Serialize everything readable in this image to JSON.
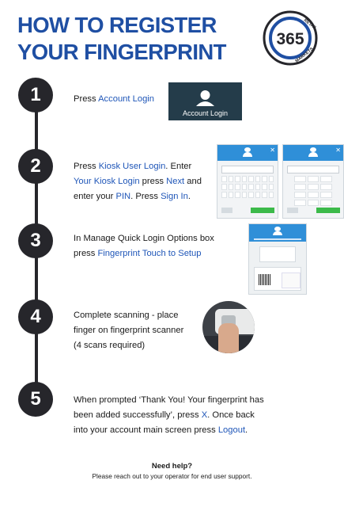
{
  "title": {
    "line1": "HOW TO REGISTER",
    "line2": "YOUR FINGERPRINT"
  },
  "logo": {
    "number": "365",
    "top_text": "RETAIL",
    "bottom_text": "MARKETS"
  },
  "steps": [
    {
      "number": "1",
      "segments": [
        "Press ",
        "Account Login"
      ]
    },
    {
      "number": "2",
      "segments": [
        "Press ",
        "Kiosk User Login",
        ". Enter",
        "Your Kiosk Login",
        " press ",
        "Next",
        " and",
        "enter your ",
        "PIN",
        ". Press ",
        "Sign In",
        "."
      ]
    },
    {
      "number": "3",
      "segments": [
        "In Manage Quick Login Options box",
        "press ",
        "Fingerprint Touch to Setup"
      ]
    },
    {
      "number": "4",
      "segments": [
        "Complete scanning - place",
        "finger on fingerprint scanner",
        "(4 scans required)"
      ]
    },
    {
      "number": "5",
      "segments": [
        "When prompted ‘Thank You! Your fingerprint has",
        "been added successfully’, press ",
        "X",
        ". Once back",
        "into your account main screen press ",
        "Logout",
        "."
      ]
    }
  ],
  "account_login_button": {
    "label": "Account Login"
  },
  "help": {
    "title": "Need help?",
    "text": "Please reach out to your operator for end user support."
  },
  "colors": {
    "title": "#1f4fa3",
    "highlight": "#1f56b8",
    "step_circle": "#26262b",
    "logo_ring": "#1f4fa3"
  }
}
